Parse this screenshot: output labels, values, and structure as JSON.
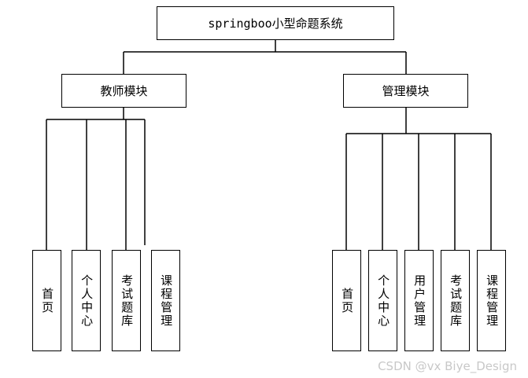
{
  "title": "springboo小型命题系统",
  "modules": [
    {
      "label": "教师模块",
      "children": [
        "首页",
        "个人中心",
        "考试题库",
        "课程管理"
      ]
    },
    {
      "label": "管理模块",
      "children": [
        "首页",
        "个人中心",
        "用户管理",
        "考试题库",
        "课程管理"
      ]
    }
  ],
  "watermark": "CSDN @vx  Biye_Design"
}
